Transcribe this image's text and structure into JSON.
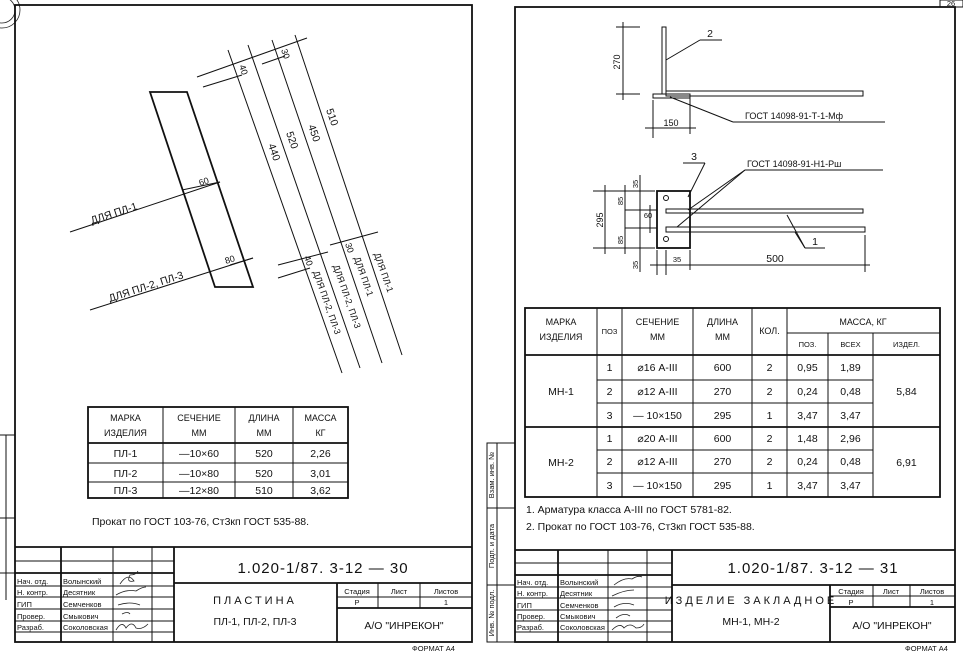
{
  "page_number": "26",
  "format_label": "ФОРМАТ А4",
  "left_sheet": {
    "drawing": {
      "leader_pl1": "ДЛЯ ПЛ-1",
      "leader_pl23": "ДЛЯ ПЛ-2, ПЛ-3",
      "width_pl1": "60",
      "width_pl23": "80",
      "dim_440": "440",
      "dim_520": "520",
      "dim_450": "450",
      "dim_510": "510",
      "dim_top_40": "40",
      "dim_top_30": "30",
      "dim_bot_40": "40",
      "dim_bot_30": "30",
      "line_label_1": "ДЛЯ ПЛ-2, ПЛ-3",
      "line_label_2": "ДЛЯ ПЛ-2, ПЛ-3",
      "line_label_3": "ДЛЯ ПЛ-1",
      "line_label_4": "ДЛЯ ПЛ-1"
    },
    "table": {
      "headers": [
        [
          "МАРКА",
          "ИЗДЕЛИЯ"
        ],
        [
          "СЕЧЕНИЕ",
          "ММ"
        ],
        [
          "ДЛИНА",
          "ММ"
        ],
        [
          "МАССА",
          "КГ"
        ]
      ],
      "rows": [
        [
          "ПЛ-1",
          "—10×60",
          "520",
          "2,26"
        ],
        [
          "ПЛ-2",
          "—10×80",
          "520",
          "3,01"
        ],
        [
          "ПЛ-3",
          "—12×80",
          "510",
          "3,62"
        ]
      ]
    },
    "note": "Прокат по ГОСТ 103-76, Ст3кп ГОСТ 535-88.",
    "title_block": {
      "doc_number": "1.020-1/87. 3-12 — 30",
      "title": "ПЛАСТИНА",
      "subtitle": "ПЛ-1, ПЛ-2, ПЛ-3",
      "stage_header": "Стадия",
      "sheet_header": "Лист",
      "sheets_header": "Листов",
      "stage": "Р",
      "sheet": "",
      "sheets": "1",
      "org": "А/О \"ИНРЕКОН\"",
      "roles": [
        "Нач. отд.",
        "Н. контр.",
        "ГИП",
        "Провер.",
        "Разраб."
      ],
      "names": [
        "Волынский",
        "Десятник",
        "Семченков",
        "Смыкович",
        "Соколовская"
      ]
    }
  },
  "right_sheet": {
    "drawing": {
      "dim_270": "270",
      "dim_150": "150",
      "pos_2": "2",
      "weld_top": "ГОСТ 14098-91-Т-1-Мф",
      "pos_3": "3",
      "weld_bottom": "ГОСТ 14098-91-Н1-Рш",
      "pos_1": "1",
      "dim_295": "295",
      "dim_85a": "85",
      "dim_35a": "35",
      "dim_60": "60",
      "dim_85b": "85",
      "dim_35b": "35",
      "dim_35c": "35",
      "dim_500": "500"
    },
    "table": {
      "headers": {
        "mark": [
          "МАРКА",
          "ИЗДЕЛИЯ"
        ],
        "pos": "ПОЗ",
        "section": [
          "СЕЧЕНИЕ",
          "ММ"
        ],
        "length": [
          "ДЛИНА",
          "ММ"
        ],
        "qty": "КОЛ.",
        "mass": "МАССА, КГ",
        "mass_pos": "ПОЗ.",
        "mass_all": "ВСЕХ",
        "mass_item": "ИЗДЕЛ."
      },
      "items": [
        {
          "mark": "МН-1",
          "total": "5,84",
          "rows": [
            [
              "1",
              "⌀16 А-III",
              "600",
              "2",
              "0,95",
              "1,89"
            ],
            [
              "2",
              "⌀12 А-III",
              "270",
              "2",
              "0,24",
              "0,48"
            ],
            [
              "3",
              "— 10×150",
              "295",
              "1",
              "3,47",
              "3,47"
            ]
          ]
        },
        {
          "mark": "МН-2",
          "total": "6,91",
          "rows": [
            [
              "1",
              "⌀20 А-III",
              "600",
              "2",
              "1,48",
              "2,96"
            ],
            [
              "2",
              "⌀12 А-III",
              "270",
              "2",
              "0,24",
              "0,48"
            ],
            [
              "3",
              "— 10×150",
              "295",
              "1",
              "3,47",
              "3,47"
            ]
          ]
        }
      ]
    },
    "notes": [
      "1. Арматура класса А-III по ГОСТ 5781-82.",
      "2. Прокат по ГОСТ 103-76, Ст3кп ГОСТ 535-88."
    ],
    "side_stamps": [
      "Взам. инв. №",
      "Подп. и дата",
      "Инв. № подл."
    ],
    "title_block": {
      "doc_number": "1.020-1/87. 3-12 — 31",
      "title": "ИЗДЕЛИЕ ЗАКЛАДНОЕ",
      "subtitle": "МН-1, МН-2",
      "stage_header": "Стадия",
      "sheet_header": "Лист",
      "sheets_header": "Листов",
      "stage": "Р",
      "sheet": "",
      "sheets": "1",
      "org": "А/О \"ИНРЕКОН\"",
      "roles": [
        "Нач. отд.",
        "Н. контр.",
        "ГИП",
        "Провер.",
        "Разраб."
      ],
      "names": [
        "Волынский",
        "Десятник",
        "Семченков",
        "Смыкович",
        "Соколовская"
      ]
    }
  }
}
